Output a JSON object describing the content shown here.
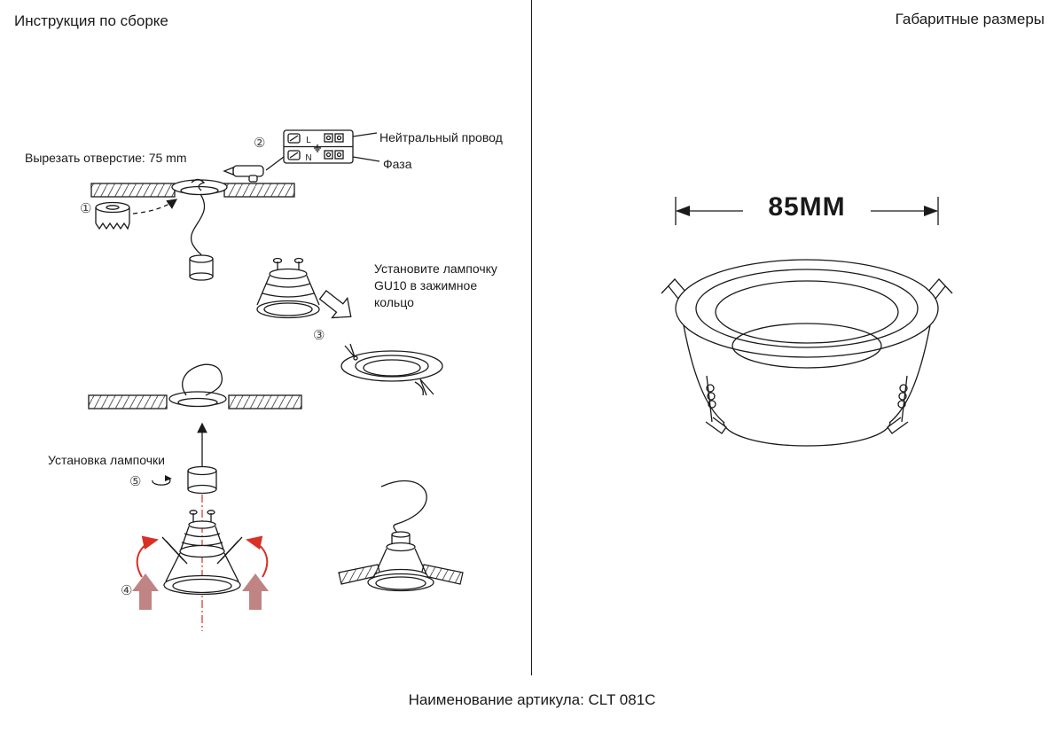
{
  "page": {
    "left_title": "Инструкция по сборке",
    "right_title": "Габаритные размеры",
    "footer": "Наименование артикула: CLT 081C"
  },
  "instructions": {
    "step1": "①",
    "step2": "②",
    "step3": "③",
    "step4": "④",
    "step5": "⑤",
    "cut_hole": "Вырезать отверстие: 75 mm",
    "neutral_wire": "Нейтральный провод",
    "phase": "Фаза",
    "install_bulb": "Установите лампочку GU10 в зажимное кольцо",
    "install_lamp": "Установка лампочки"
  },
  "connector": {
    "terminal_l": "L",
    "terminal_n": "N"
  },
  "dimensions": {
    "diameter": "85MM"
  },
  "colors": {
    "line": "#1a1a1a",
    "accent_red": "#d93025"
  }
}
